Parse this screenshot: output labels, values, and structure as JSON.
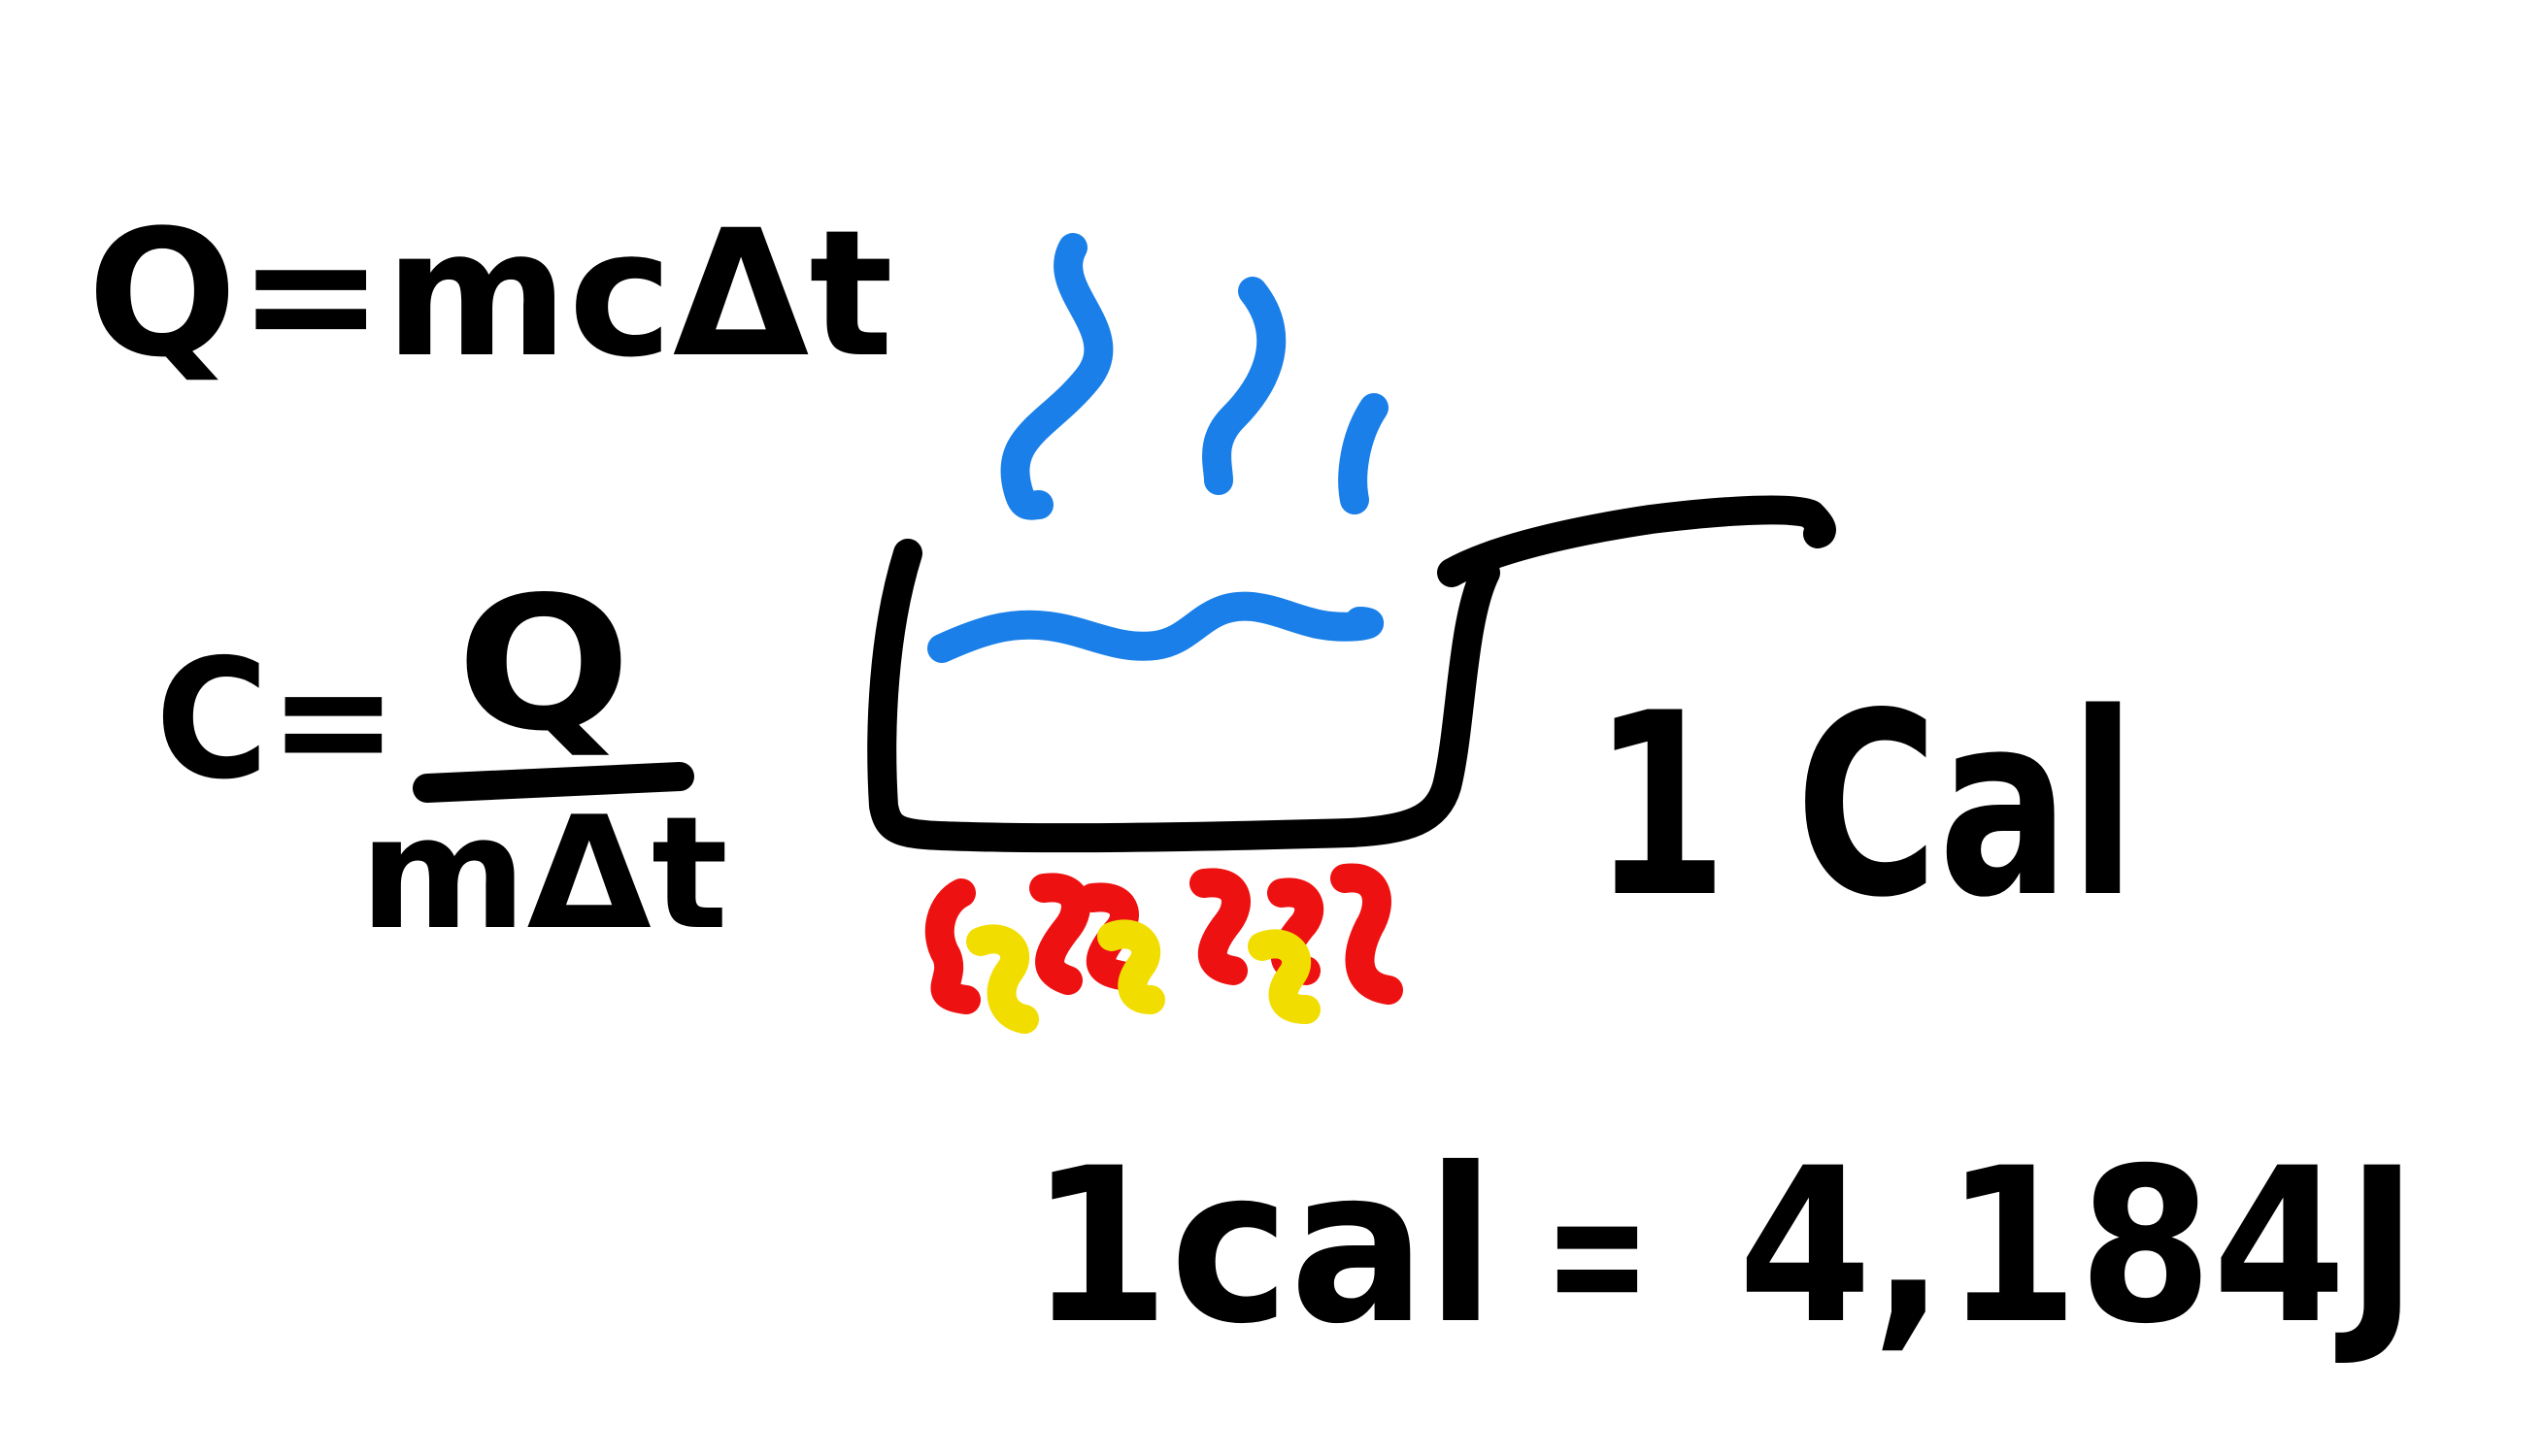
{
  "formulas": {
    "heat": "Q=mcΔt",
    "specific_heat_lhs": "C=",
    "specific_heat_numerator": "Q",
    "specific_heat_denominator": "mΔt"
  },
  "label_cal": "1 Cal",
  "conversion": {
    "cal": "1cal",
    "equals": "=",
    "joules": "4,184J"
  },
  "colors": {
    "ink": "#000000",
    "water_steam": "#1a7fe8",
    "flame_outer": "#ee1111",
    "flame_inner": "#f2dd00",
    "background": "#ffffff"
  },
  "illustration": {
    "subject": "pot-of-water-heated-over-flame"
  }
}
